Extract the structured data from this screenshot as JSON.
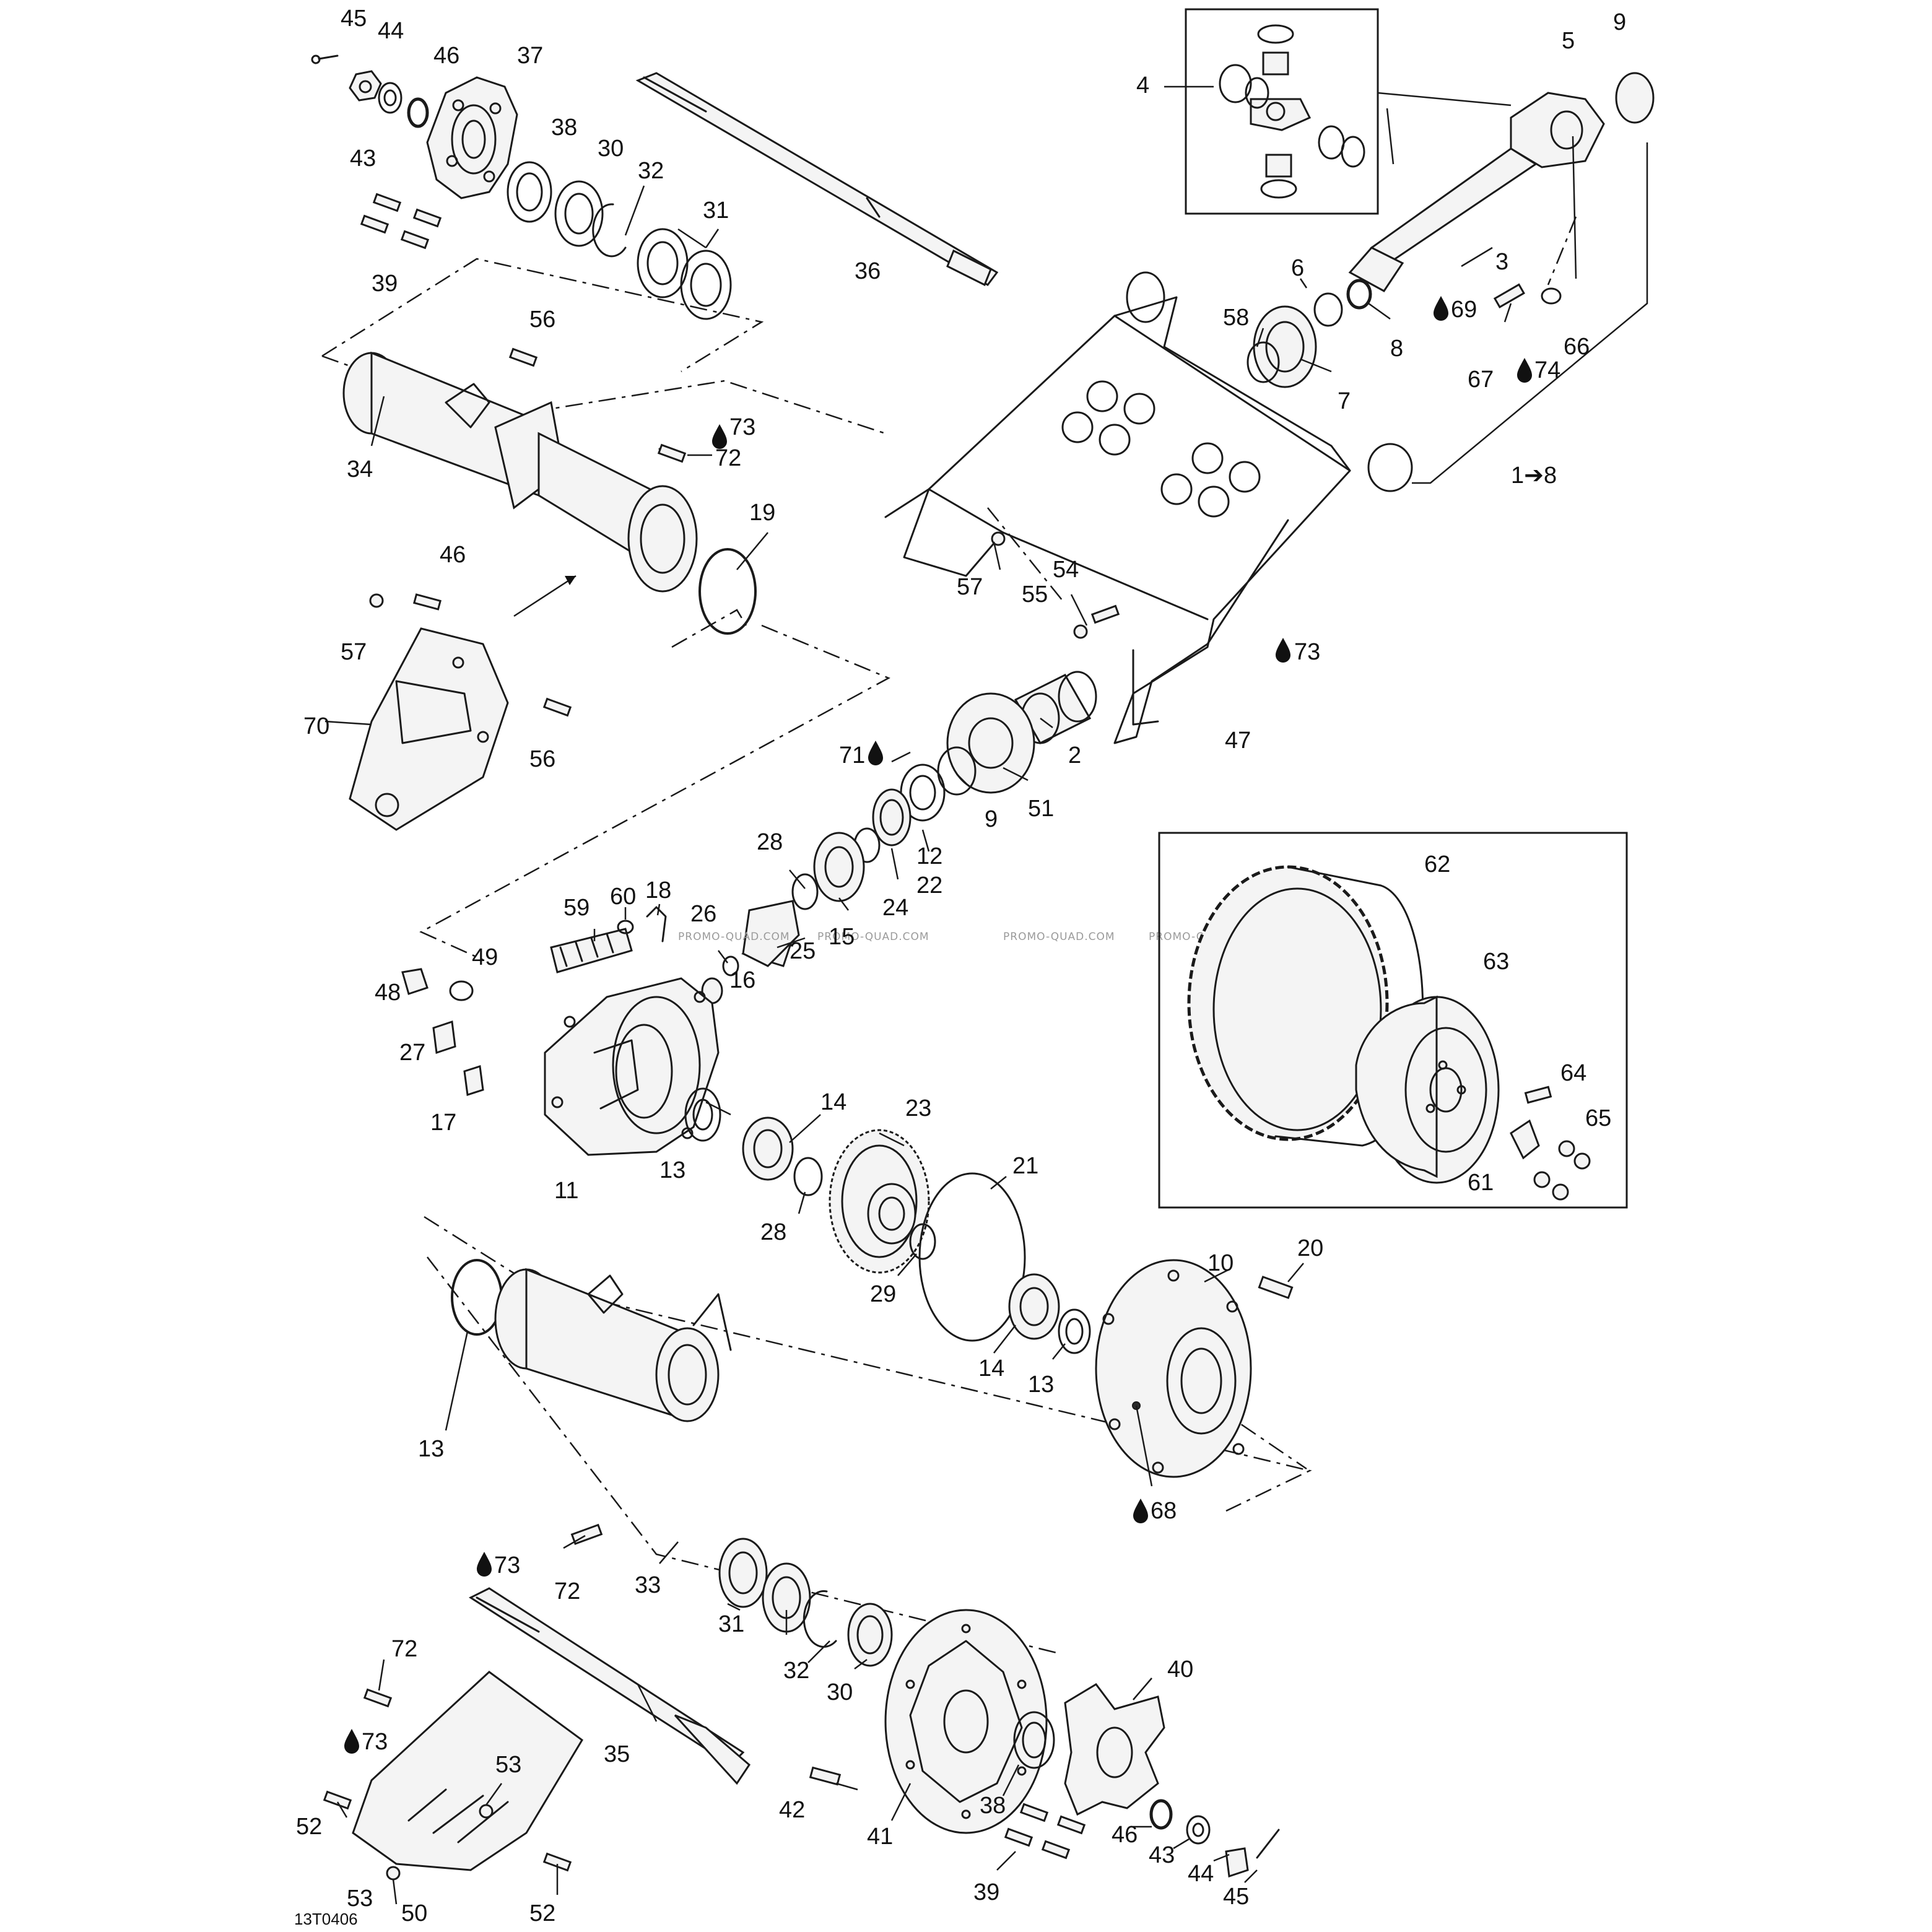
{
  "diagram_code": "13T0406",
  "watermarks": [
    "PROMO-QUAD.COM",
    "PROMO-QUAD.COM",
    "PROMO-QUAD.COM",
    "PROMO-QU"
  ],
  "callouts": [
    {
      "id": "45a",
      "text": "45"
    },
    {
      "id": "44a",
      "text": "44"
    },
    {
      "id": "46a",
      "text": "46"
    },
    {
      "id": "37",
      "text": "37"
    },
    {
      "id": "43a",
      "text": "43"
    },
    {
      "id": "38a",
      "text": "38"
    },
    {
      "id": "30a",
      "text": "30"
    },
    {
      "id": "32a",
      "text": "32"
    },
    {
      "id": "31a",
      "text": "31"
    },
    {
      "id": "39a",
      "text": "39"
    },
    {
      "id": "36",
      "text": "36"
    },
    {
      "id": "56a",
      "text": "56"
    },
    {
      "id": "34",
      "text": "34"
    },
    {
      "id": "73a",
      "text": "73"
    },
    {
      "id": "72a",
      "text": "72"
    },
    {
      "id": "19",
      "text": "19"
    },
    {
      "id": "46b",
      "text": "46"
    },
    {
      "id": "57a",
      "text": "57"
    },
    {
      "id": "70",
      "text": "70"
    },
    {
      "id": "56b",
      "text": "56"
    },
    {
      "id": "4",
      "text": "4"
    },
    {
      "id": "5",
      "text": "5"
    },
    {
      "id": "9a",
      "text": "9"
    },
    {
      "id": "3",
      "text": "3"
    },
    {
      "id": "6",
      "text": "6"
    },
    {
      "id": "58",
      "text": "58"
    },
    {
      "id": "8",
      "text": "8"
    },
    {
      "id": "7",
      "text": "7"
    },
    {
      "id": "69",
      "text": "69"
    },
    {
      "id": "66",
      "text": "66"
    },
    {
      "id": "67",
      "text": "67"
    },
    {
      "id": "74",
      "text": "74"
    },
    {
      "id": "1to8",
      "text": "1➔8"
    },
    {
      "id": "57b",
      "text": "57"
    },
    {
      "id": "54",
      "text": "54"
    },
    {
      "id": "55",
      "text": "55"
    },
    {
      "id": "73b",
      "text": "73"
    },
    {
      "id": "47",
      "text": "47"
    },
    {
      "id": "2",
      "text": "2"
    },
    {
      "id": "71",
      "text": "71"
    },
    {
      "id": "9b",
      "text": "9"
    },
    {
      "id": "51",
      "text": "51"
    },
    {
      "id": "28a",
      "text": "28"
    },
    {
      "id": "12",
      "text": "12"
    },
    {
      "id": "22",
      "text": "22"
    },
    {
      "id": "24",
      "text": "24"
    },
    {
      "id": "15",
      "text": "15"
    },
    {
      "id": "59",
      "text": "59"
    },
    {
      "id": "60",
      "text": "60"
    },
    {
      "id": "18",
      "text": "18"
    },
    {
      "id": "26",
      "text": "26"
    },
    {
      "id": "25",
      "text": "25"
    },
    {
      "id": "16",
      "text": "16"
    },
    {
      "id": "49",
      "text": "49"
    },
    {
      "id": "48",
      "text": "48"
    },
    {
      "id": "27",
      "text": "27"
    },
    {
      "id": "17",
      "text": "17"
    },
    {
      "id": "14a",
      "text": "14"
    },
    {
      "id": "23",
      "text": "23"
    },
    {
      "id": "13a",
      "text": "13"
    },
    {
      "id": "11",
      "text": "11"
    },
    {
      "id": "28b",
      "text": "28"
    },
    {
      "id": "21",
      "text": "21"
    },
    {
      "id": "29",
      "text": "29"
    },
    {
      "id": "62",
      "text": "62"
    },
    {
      "id": "63",
      "text": "63"
    },
    {
      "id": "64",
      "text": "64"
    },
    {
      "id": "65",
      "text": "65"
    },
    {
      "id": "61",
      "text": "61"
    },
    {
      "id": "10",
      "text": "10"
    },
    {
      "id": "20",
      "text": "20"
    },
    {
      "id": "14b",
      "text": "14"
    },
    {
      "id": "13b",
      "text": "13"
    },
    {
      "id": "68",
      "text": "68"
    },
    {
      "id": "13c",
      "text": "13"
    },
    {
      "id": "73c",
      "text": "73"
    },
    {
      "id": "72b",
      "text": "72"
    },
    {
      "id": "33",
      "text": "33"
    },
    {
      "id": "31b",
      "text": "31"
    },
    {
      "id": "32b",
      "text": "32"
    },
    {
      "id": "30b",
      "text": "30"
    },
    {
      "id": "40",
      "text": "40"
    },
    {
      "id": "72c",
      "text": "72"
    },
    {
      "id": "73d",
      "text": "73"
    },
    {
      "id": "35",
      "text": "35"
    },
    {
      "id": "53a",
      "text": "53"
    },
    {
      "id": "52a",
      "text": "52"
    },
    {
      "id": "42",
      "text": "42"
    },
    {
      "id": "41",
      "text": "41"
    },
    {
      "id": "38b",
      "text": "38"
    },
    {
      "id": "46c",
      "text": "46"
    },
    {
      "id": "43b",
      "text": "43"
    },
    {
      "id": "44b",
      "text": "44"
    },
    {
      "id": "45b",
      "text": "45"
    },
    {
      "id": "39b",
      "text": "39"
    },
    {
      "id": "53b",
      "text": "53"
    },
    {
      "id": "50",
      "text": "50"
    },
    {
      "id": "52b",
      "text": "52"
    }
  ],
  "lubricant_marks": [
    "73a",
    "73b",
    "73c",
    "73d",
    "69",
    "74",
    "71",
    "68"
  ]
}
